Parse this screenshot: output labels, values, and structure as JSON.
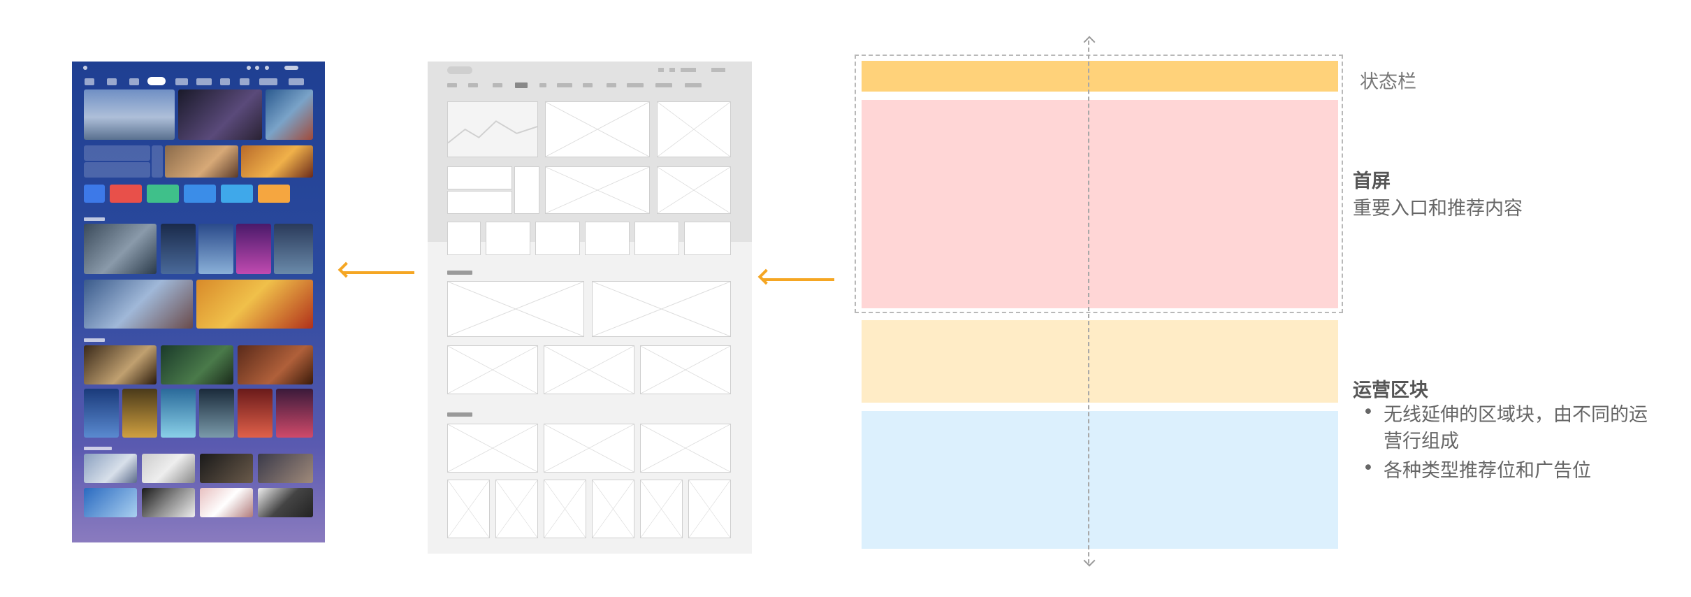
{
  "diagram": {
    "status_bar_label": "状态栏",
    "home_title": "首屏",
    "home_desc": "重要入口和推荐内容",
    "ops_title": "运营区块",
    "ops_bullets": [
      {
        "marker": "•",
        "line1": "无线延伸的区域块，由不同的运",
        "line2": "营行组成"
      },
      {
        "marker": "•",
        "line1": "各种类型推荐位和广告位",
        "line2": ""
      }
    ]
  },
  "colors": {
    "status_band": "#ffd27a",
    "home_band": "#ffd6d6",
    "ops_band_1": "#ffecc6",
    "ops_band_2": "#dcf0fd",
    "arrow": "#f5a623"
  }
}
